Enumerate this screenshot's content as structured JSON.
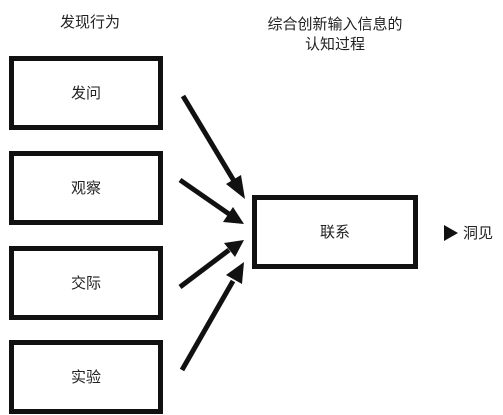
{
  "headings": {
    "left": "发现行为",
    "right_line_1": "综合创新输入信息的",
    "right_line_2": "认知过程"
  },
  "behaviors": [
    {
      "label": "发问"
    },
    {
      "label": "观察"
    },
    {
      "label": "交际"
    },
    {
      "label": "实验"
    }
  ],
  "center": {
    "label": "联系"
  },
  "output": {
    "label": "洞见"
  },
  "colors": {
    "stroke": "#111111",
    "text": "#222222",
    "background": "#ffffff"
  },
  "icons": {
    "arrow": "arrow-right-icon",
    "output_marker": "triangle-right-icon"
  }
}
